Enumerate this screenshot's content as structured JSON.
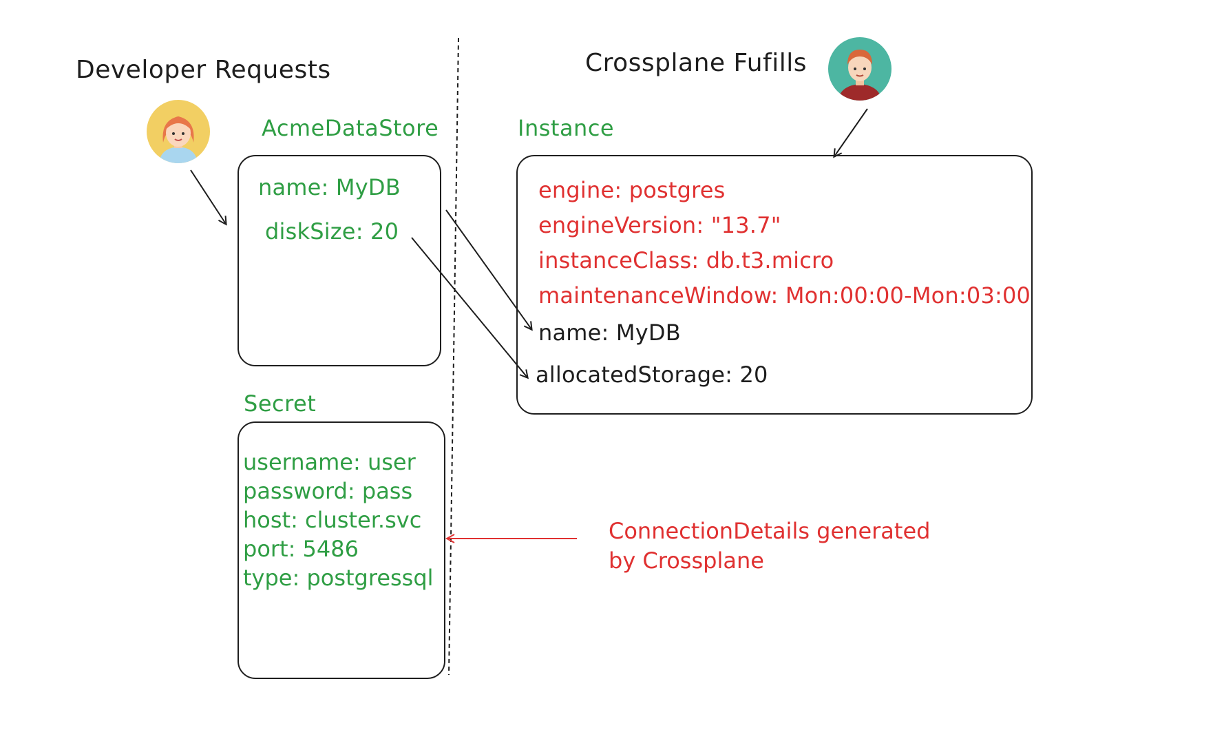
{
  "headings": {
    "developer_requests": "Developer Requests",
    "crossplane_fulfills": "Crossplane Fufills"
  },
  "acme_data_store": {
    "title": "AcmeDataStore",
    "name_field": "name: MyDB",
    "disk_size_field": "diskSize: 20"
  },
  "instance": {
    "title": "Instance",
    "engine": "engine: postgres",
    "engine_version": "engineVersion: \"13.7\"",
    "instance_class": "instanceClass: db.t3.micro",
    "maintenance_window": "maintenanceWindow: Mon:00:00-Mon:03:00",
    "name_field": "name: MyDB",
    "allocated_storage": "allocatedStorage: 20"
  },
  "secret": {
    "title": "Secret",
    "lines": [
      "username: user",
      "password: pass",
      "host: cluster.svc",
      "port: 5486",
      "type: postgressql"
    ]
  },
  "connection_note": {
    "lines": [
      "ConnectionDetails generated",
      "by Crossplane"
    ]
  },
  "colors": {
    "green": "#2f9e44",
    "red": "#e03131",
    "ink": "#1e1e1e",
    "developer_avatar_bg": "#f2cf63",
    "crossplane_avatar_bg": "#4db6a2"
  },
  "icons": {
    "developer": "developer-avatar-icon",
    "crossplane": "crossplane-avatar-icon"
  }
}
